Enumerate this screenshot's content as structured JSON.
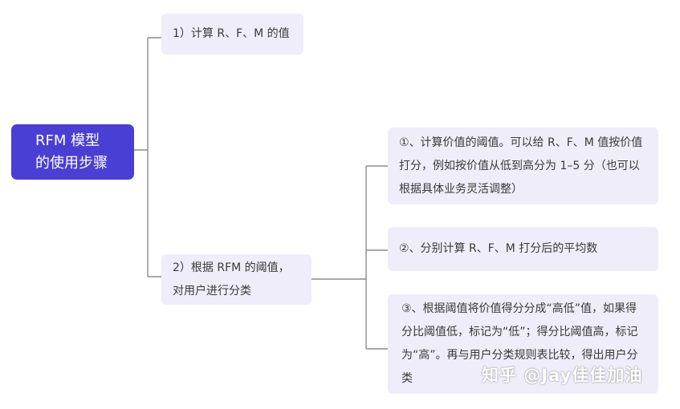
{
  "root": {
    "line1": "RFM 模型",
    "line2": "的使用步骤"
  },
  "step1": {
    "text": "1）计算 R、F、M 的值"
  },
  "step2": {
    "text": "2）根据 RFM 的阈值，对用户进行分类"
  },
  "sub1": {
    "text": "①、计算价值的阈值。可以给 R、F、M 值按价值打分，例如按价值从低到高分为 1–5 分（也可以根据具体业务灵活调整）"
  },
  "sub2": {
    "text": "②、分别计算 R、F、M 打分后的平均数"
  },
  "sub3": {
    "text": "③、根据阈值将价值得分分成“高低”值，如果得分比阈值低，标记为“低”；得分比阈值高，标记为“高”。再与用户分类规则表比较，得出用户分类"
  },
  "watermark": {
    "text": "知乎 @Jay佳佳加油"
  },
  "colors": {
    "root_bg": "#4a3fd4",
    "node_bg": "#efedf9",
    "connector": "#888888"
  }
}
